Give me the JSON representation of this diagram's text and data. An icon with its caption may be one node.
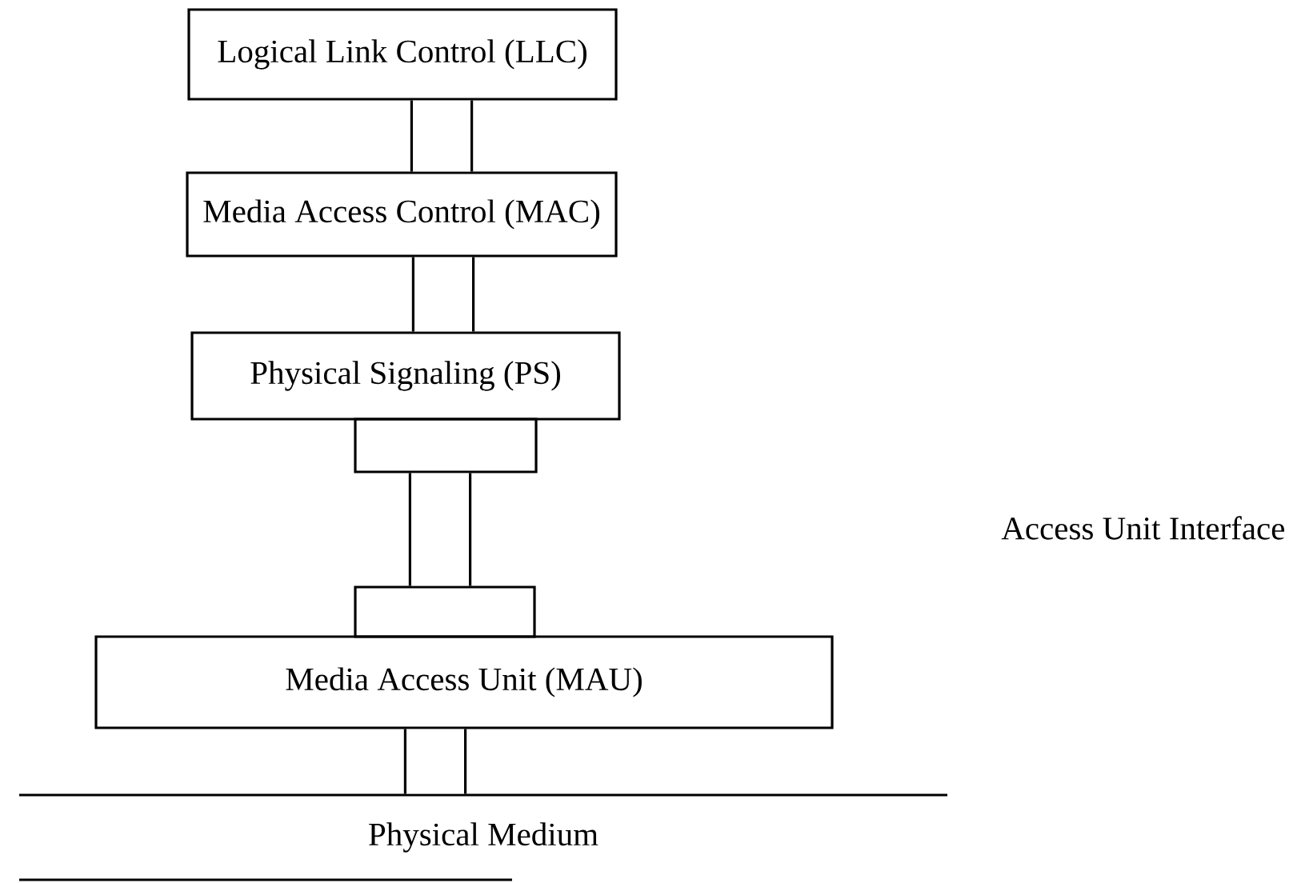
{
  "diagram": {
    "nodes": [
      {
        "text": [
          "Logical Link Control (LLC)"
        ]
      },
      {
        "text": [
          "Media Access Control (MAC)"
        ]
      },
      {
        "text": [
          "Physical Signaling (PS)"
        ]
      },
      {
        "text": [],
        "shape": "box"
      },
      {
        "text": [],
        "shape": "box"
      },
      {
        "text": [
          "Media Access Unit (MAU)"
        ]
      },
      {
        "text": [
          "Physical Medium"
        ]
      }
    ],
    "edges": [
      {
        "from": 0,
        "to": 1,
        "arrow": "none"
      },
      {
        "from": 1,
        "to": 2,
        "arrow": "none"
      },
      {
        "from": 3,
        "to": 4,
        "arrow": "none"
      },
      {
        "from": 5,
        "to": 6,
        "arrow": "none"
      }
    ],
    "labels": [
      "Access Unit Interface"
    ]
  }
}
